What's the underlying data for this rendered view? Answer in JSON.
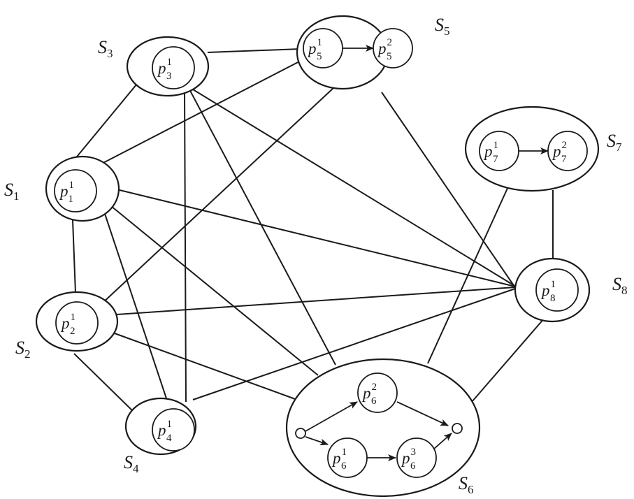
{
  "groups": [
    {
      "id": "S1",
      "letter": "S",
      "index": "1"
    },
    {
      "id": "S2",
      "letter": "S",
      "index": "2"
    },
    {
      "id": "S3",
      "letter": "S",
      "index": "3"
    },
    {
      "id": "S4",
      "letter": "S",
      "index": "4"
    },
    {
      "id": "S5",
      "letter": "S",
      "index": "5"
    },
    {
      "id": "S6",
      "letter": "S",
      "index": "6"
    },
    {
      "id": "S7",
      "letter": "S",
      "index": "7"
    },
    {
      "id": "S8",
      "letter": "S",
      "index": "8"
    }
  ],
  "nodes": [
    {
      "id": "p1_1",
      "group": "S1",
      "letter": "p",
      "sub": "1",
      "sup": "1"
    },
    {
      "id": "p2_1",
      "group": "S2",
      "letter": "p",
      "sub": "2",
      "sup": "1"
    },
    {
      "id": "p3_1",
      "group": "S3",
      "letter": "p",
      "sub": "3",
      "sup": "1"
    },
    {
      "id": "p4_1",
      "group": "S4",
      "letter": "p",
      "sub": "4",
      "sup": "1"
    },
    {
      "id": "p5_1",
      "group": "S5",
      "letter": "p",
      "sub": "5",
      "sup": "1"
    },
    {
      "id": "p5_2",
      "group": "S5",
      "letter": "p",
      "sub": "5",
      "sup": "2"
    },
    {
      "id": "p6_1",
      "group": "S6",
      "letter": "p",
      "sub": "6",
      "sup": "1"
    },
    {
      "id": "p6_2",
      "group": "S6",
      "letter": "p",
      "sub": "6",
      "sup": "2"
    },
    {
      "id": "p6_3",
      "group": "S6",
      "letter": "p",
      "sub": "6",
      "sup": "3"
    },
    {
      "id": "p7_1",
      "group": "S7",
      "letter": "p",
      "sub": "7",
      "sup": "1"
    },
    {
      "id": "p7_2",
      "group": "S7",
      "letter": "p",
      "sub": "7",
      "sup": "2"
    },
    {
      "id": "p8_1",
      "group": "S8",
      "letter": "p",
      "sub": "8",
      "sup": "1"
    }
  ],
  "group_edges": [
    [
      "S3",
      "S5"
    ],
    [
      "S3",
      "S1"
    ],
    [
      "S3",
      "S4"
    ],
    [
      "S3",
      "S6"
    ],
    [
      "S3",
      "S8"
    ],
    [
      "S1",
      "S5"
    ],
    [
      "S1",
      "S2"
    ],
    [
      "S1",
      "S4"
    ],
    [
      "S1",
      "S6"
    ],
    [
      "S1",
      "S8"
    ],
    [
      "S2",
      "S5"
    ],
    [
      "S2",
      "S8"
    ],
    [
      "S2",
      "S4"
    ],
    [
      "S2",
      "S6"
    ],
    [
      "S4",
      "S8"
    ],
    [
      "S5",
      "S8"
    ],
    [
      "S6",
      "S7"
    ],
    [
      "S6",
      "S8"
    ],
    [
      "S7",
      "S8"
    ]
  ],
  "flows": [
    [
      "p5_1",
      "p5_2"
    ],
    [
      "p7_1",
      "p7_2"
    ],
    [
      "start",
      "p6_2"
    ],
    [
      "start",
      "p6_1"
    ],
    [
      "p6_1",
      "p6_3"
    ],
    [
      "p6_2",
      "end"
    ],
    [
      "p6_3",
      "end"
    ]
  ]
}
